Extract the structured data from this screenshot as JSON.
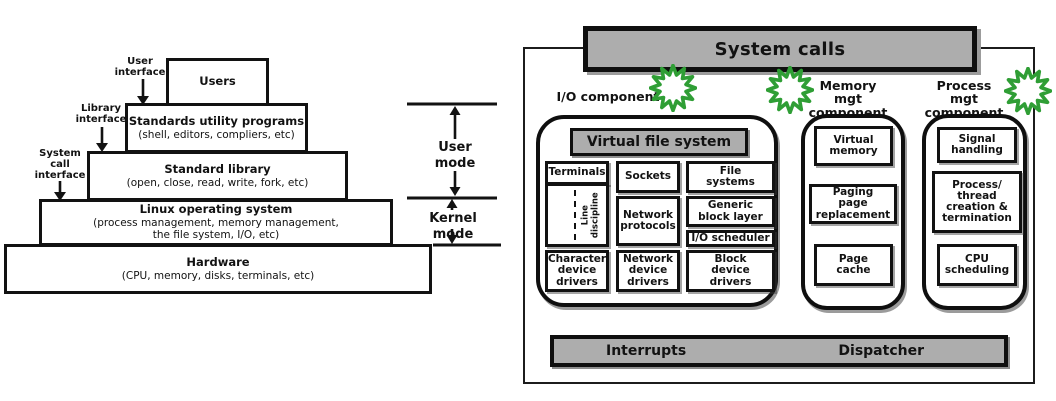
{
  "colors": {
    "bar_gray": "#adadad",
    "star_green": "#2f9e35",
    "line_black": "#121212"
  },
  "left": {
    "layers": [
      {
        "title": "Users",
        "subtitle": ""
      },
      {
        "title": "Standards utility programs",
        "subtitle": "(shell, editors, compliers, etc)"
      },
      {
        "title": "Standard library",
        "subtitle": "(open, close, read, write, fork, etc)"
      },
      {
        "title": "Linux operating system",
        "subtitle": "(process management, memory management,\nthe file system, I/O, etc)"
      },
      {
        "title": "Hardware",
        "subtitle": "(CPU, memory, disks, terminals, etc)"
      }
    ],
    "interfaces": {
      "user": "User\ninterface",
      "library": "Library\ninterface",
      "system_call": "System\ncall\ninterface"
    },
    "modes": {
      "user": "User\nmode",
      "kernel": "Kernel mode"
    }
  },
  "right": {
    "system_calls_label": "System calls",
    "io": {
      "label": "I/O component",
      "vfs_label": "Virtual file system",
      "terminals": "Terminals",
      "line_discipline": "Line\ndiscipline",
      "character_device_drivers": "Character\ndevice\ndrivers",
      "sockets": "Sockets",
      "network_protocols": "Network\nprotocols",
      "network_device_drivers": "Network\ndevice\ndrivers",
      "file_systems": "File\nsystems",
      "generic_block_layer": "Generic\nblock layer",
      "io_scheduler": "I/O scheduler",
      "block_device_drivers": "Block\ndevice\ndrivers"
    },
    "memory": {
      "label": "Memory mgt\ncomponent",
      "virtual_memory": "Virtual\nmemory",
      "paging": "Paging\npage\nreplacement",
      "page_cache": "Page\ncache"
    },
    "process": {
      "label": "Process mgt\ncomponent",
      "signal_handling": "Signal\nhandling",
      "creation": "Process/\nthread\ncreation &\ntermination",
      "cpu_scheduling": "CPU\nscheduling"
    },
    "bottom": {
      "interrupts": "Interrupts",
      "dispatcher": "Dispatcher"
    }
  }
}
